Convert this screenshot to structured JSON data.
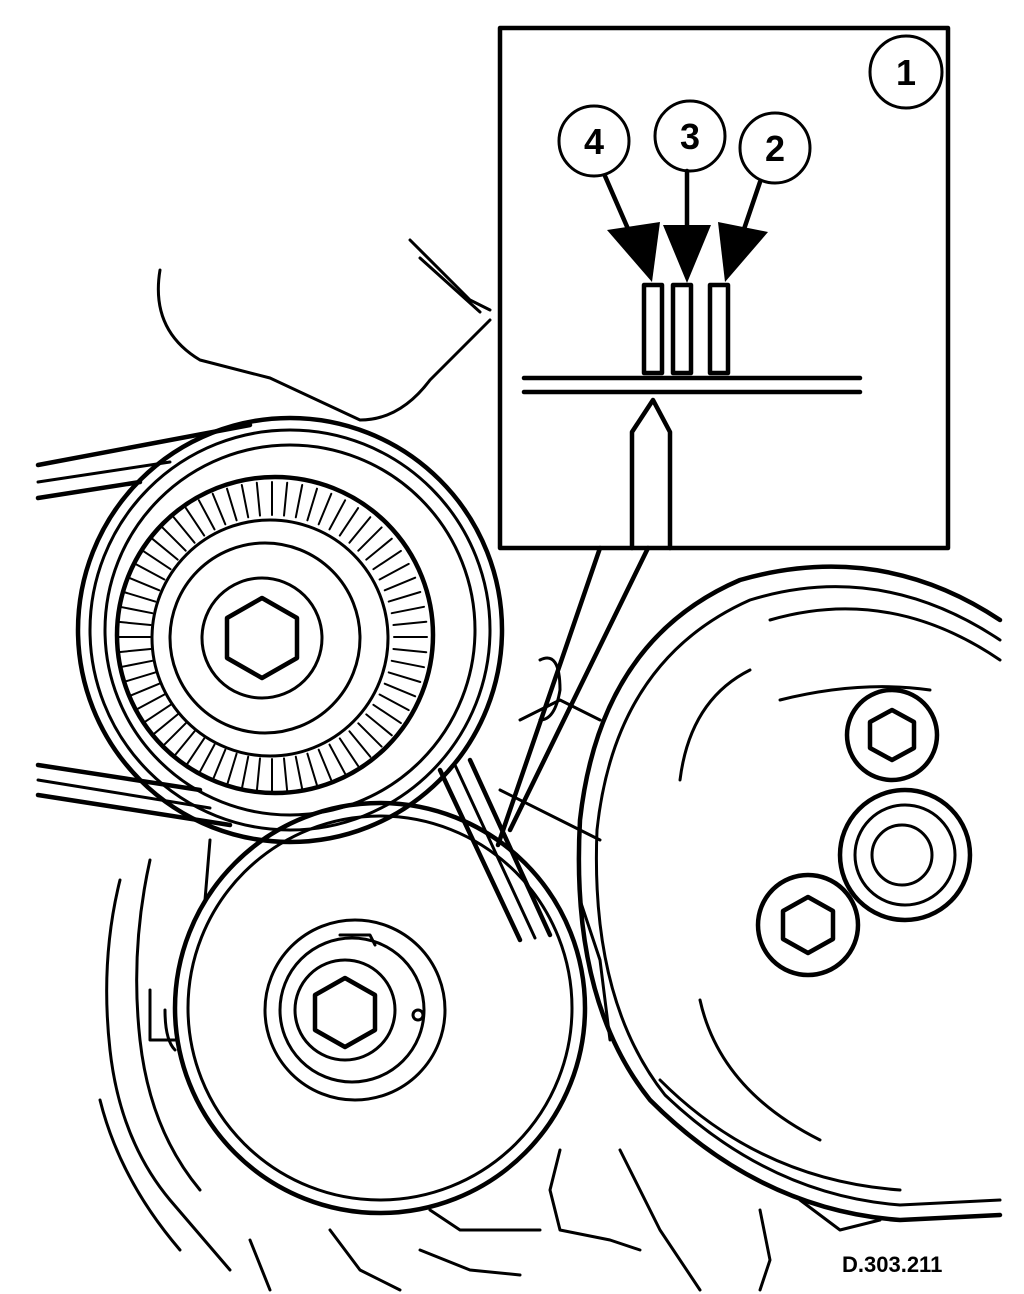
{
  "callouts": [
    {
      "id": "1",
      "label": "1"
    },
    {
      "id": "2",
      "label": "2"
    },
    {
      "id": "3",
      "label": "3"
    },
    {
      "id": "4",
      "label": "4"
    }
  ],
  "reference_code": "D.303.211"
}
